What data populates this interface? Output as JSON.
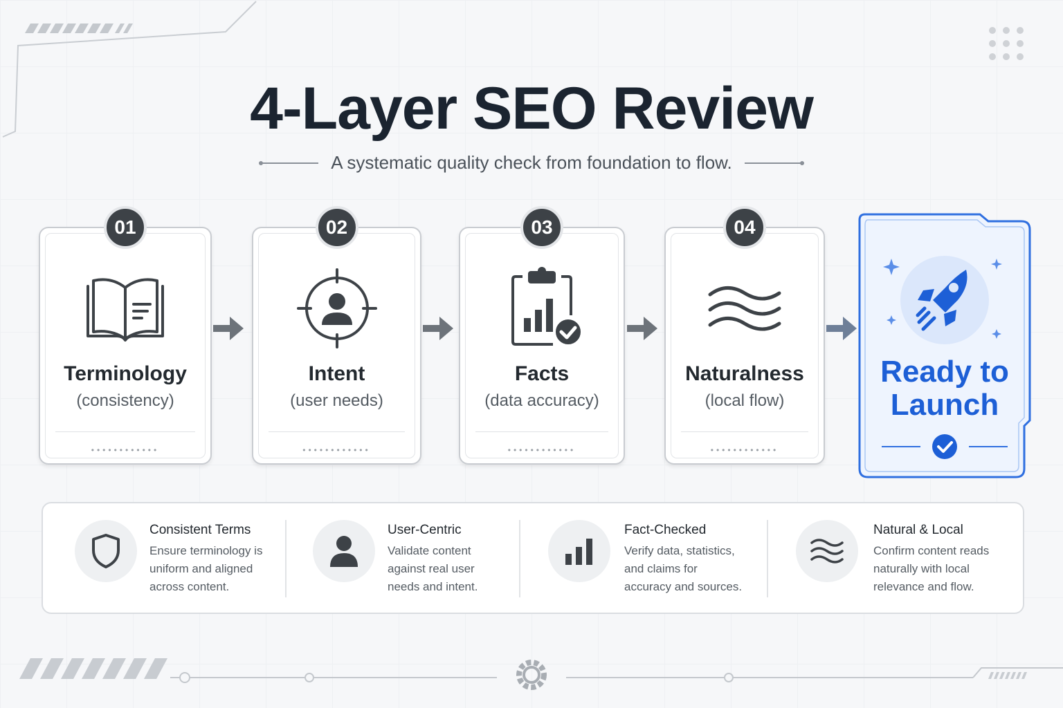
{
  "header": {
    "title": "4-Layer SEO Review",
    "subtitle": "A systematic quality check from foundation to flow."
  },
  "steps": [
    {
      "number": "01",
      "title": "Terminology",
      "subtitle": "(consistency)",
      "icon": "open-book-icon"
    },
    {
      "number": "02",
      "title": "Intent",
      "subtitle": "(user needs)",
      "icon": "user-target-icon"
    },
    {
      "number": "03",
      "title": "Facts",
      "subtitle": "(data accuracy)",
      "icon": "clipboard-chart-check-icon"
    },
    {
      "number": "04",
      "title": "Naturalness",
      "subtitle": "(local flow)",
      "icon": "waves-icon"
    }
  ],
  "launch": {
    "title_line1": "Ready to",
    "title_line2": "Launch",
    "icon": "rocket-icon"
  },
  "features": [
    {
      "title": "Consistent Terms",
      "desc_lines": [
        "Ensure terminology is",
        "uniform and aligned",
        "across content."
      ],
      "icon": "shield-icon"
    },
    {
      "title": "User-Centric",
      "desc_lines": [
        "Validate content",
        "against real user",
        "needs and intent."
      ],
      "icon": "user-icon"
    },
    {
      "title": "Fact-Checked",
      "desc_lines": [
        "Verify data, statistics,",
        "and claims for",
        "accuracy and sources."
      ],
      "icon": "bar-chart-icon"
    },
    {
      "title": "Natural & Local",
      "desc_lines": [
        "Confirm content reads",
        "naturally with local",
        "relevance and flow."
      ],
      "icon": "waves-icon"
    }
  ],
  "colors": {
    "accent": "#1d5fd6",
    "badge": "#3d4247",
    "text": "#1b2430"
  }
}
